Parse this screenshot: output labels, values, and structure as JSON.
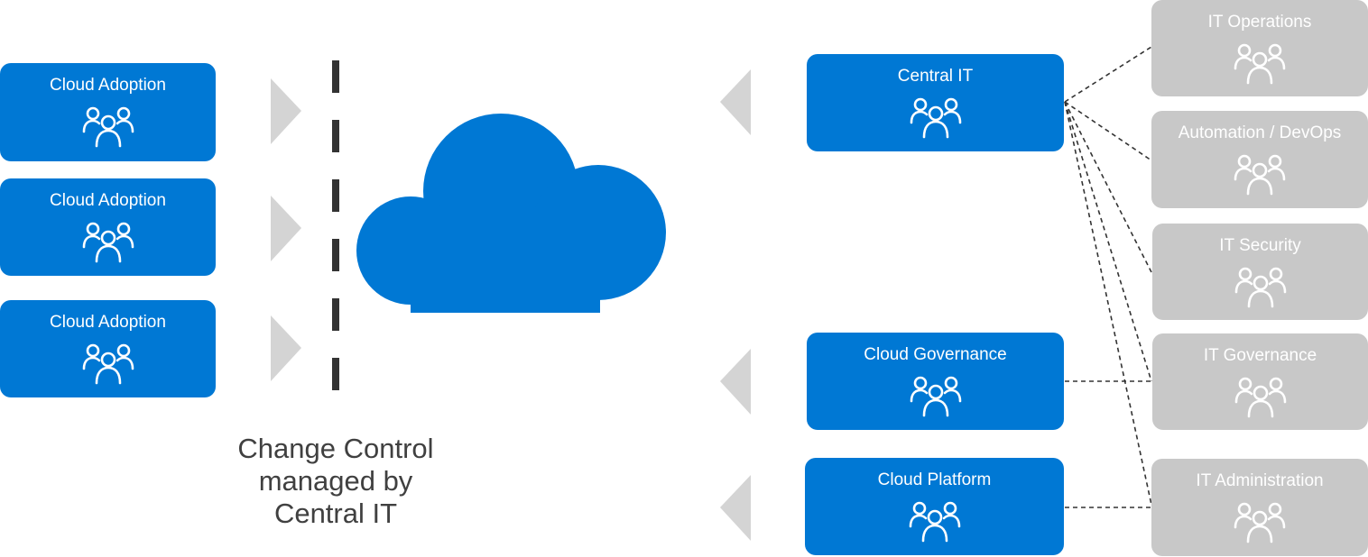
{
  "left_teams": [
    {
      "label": "Cloud Adoption"
    },
    {
      "label": "Cloud Adoption"
    },
    {
      "label": "Cloud Adoption"
    }
  ],
  "central_teams": [
    {
      "label": "Central IT"
    },
    {
      "label": "Cloud Governance"
    },
    {
      "label": "Cloud Platform"
    }
  ],
  "it_teams": [
    {
      "label": "IT Operations"
    },
    {
      "label": "Automation / DevOps"
    },
    {
      "label": "IT Security"
    },
    {
      "label": "IT Governance"
    },
    {
      "label": "IT Administration"
    }
  ],
  "caption": {
    "line1": "Change Control",
    "line2": "managed by",
    "line3": "Central IT"
  },
  "colors": {
    "blue": "#0078d4",
    "gray": "#c8c8c8",
    "arrow": "#d4d4d4",
    "divider": "#333333"
  },
  "icons": {
    "team": "people-group-icon",
    "cloud": "cloud-icon"
  }
}
